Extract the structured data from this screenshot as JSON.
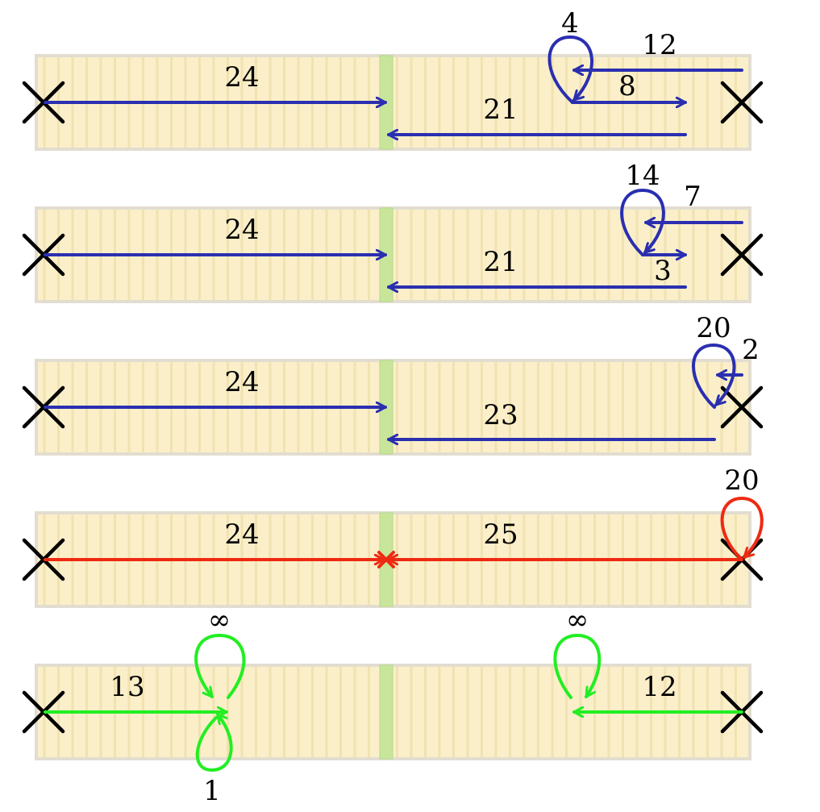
{
  "colors": {
    "strip_fill": "#fbefc9",
    "strip_stripe": "#ead9a0",
    "strip_border": "#e2ddd0",
    "center_cell": "#c8e59a",
    "blue": "#2a2fb0",
    "red": "#ee2a12",
    "green": "#22ee22",
    "cross": "#000000"
  },
  "rows": [
    {
      "id": "row-1",
      "labels": [
        {
          "name": "label-24",
          "text": "24"
        },
        {
          "name": "label-21",
          "text": "21"
        },
        {
          "name": "label-8",
          "text": "8"
        },
        {
          "name": "label-12",
          "text": "12"
        },
        {
          "name": "loop-label-4",
          "text": "4"
        }
      ]
    },
    {
      "id": "row-2",
      "labels": [
        {
          "name": "label-24",
          "text": "24"
        },
        {
          "name": "label-21",
          "text": "21"
        },
        {
          "name": "label-3",
          "text": "3"
        },
        {
          "name": "label-7",
          "text": "7"
        },
        {
          "name": "loop-label-14",
          "text": "14"
        }
      ]
    },
    {
      "id": "row-3",
      "labels": [
        {
          "name": "label-24",
          "text": "24"
        },
        {
          "name": "label-23",
          "text": "23"
        },
        {
          "name": "label-2",
          "text": "2"
        },
        {
          "name": "loop-label-20",
          "text": "20"
        }
      ]
    },
    {
      "id": "row-4",
      "labels": [
        {
          "name": "label-24",
          "text": "24"
        },
        {
          "name": "label-25",
          "text": "25"
        },
        {
          "name": "loop-label-20",
          "text": "20"
        }
      ]
    },
    {
      "id": "row-5",
      "labels": [
        {
          "name": "label-13",
          "text": "13"
        },
        {
          "name": "label-12",
          "text": "12"
        },
        {
          "name": "loop-label-infinity-left",
          "text": "∞"
        },
        {
          "name": "loop-label-infinity-right",
          "text": "∞"
        },
        {
          "name": "loop-label-1",
          "text": "1"
        }
      ]
    }
  ]
}
